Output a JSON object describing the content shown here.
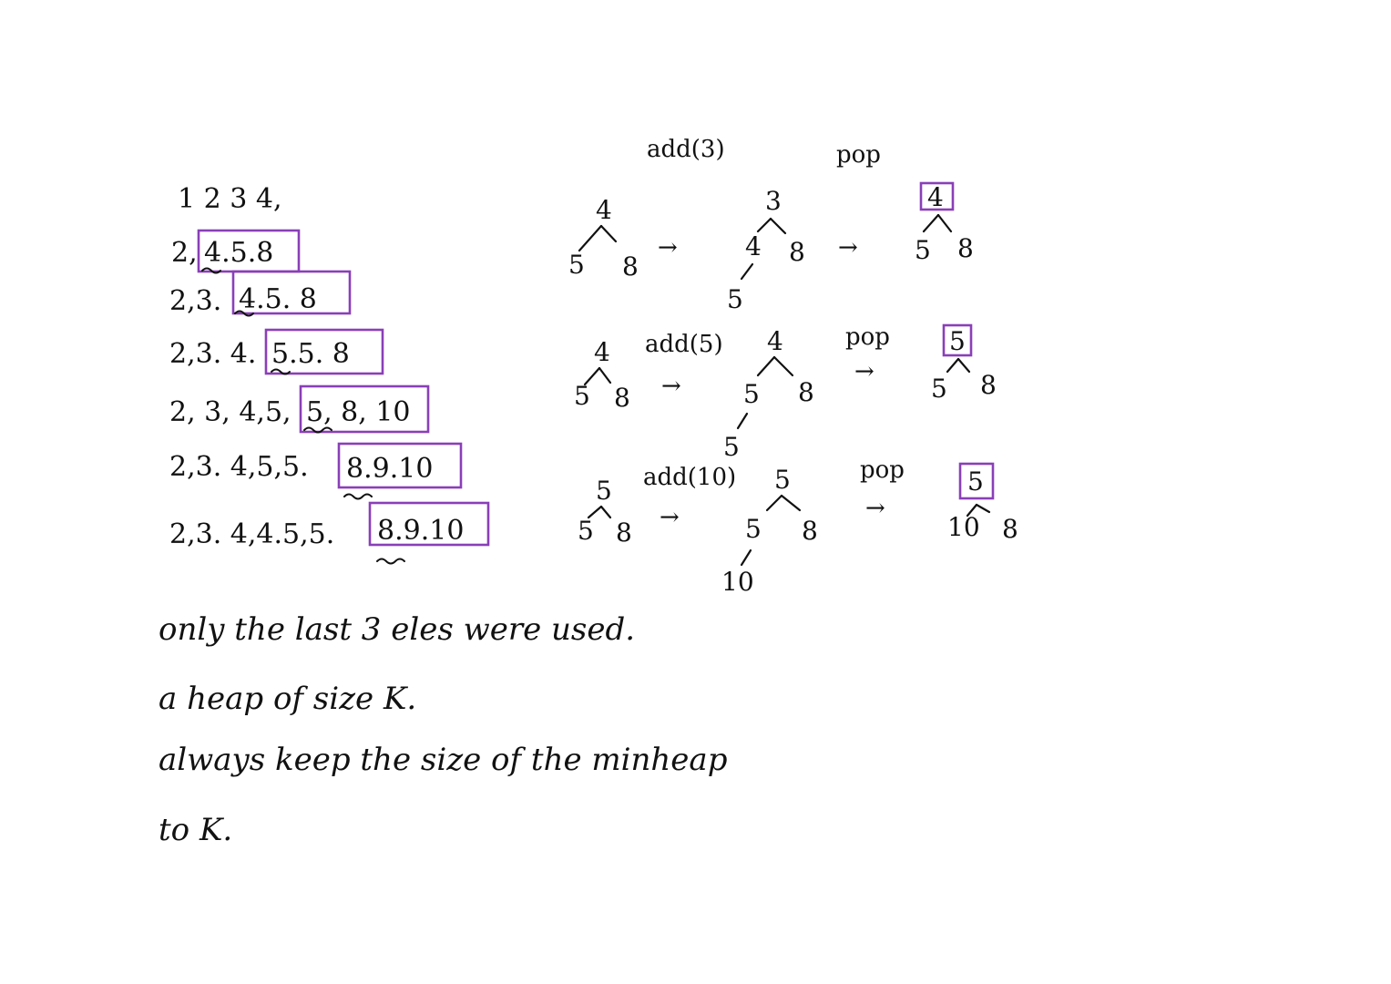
{
  "colors": {
    "ink": "#111111",
    "highlight": "#8a3fb8"
  },
  "sequences": [
    {
      "prefix": "1 2 3 4,",
      "window": ""
    },
    {
      "prefix": "2,",
      "window": "4.5.8"
    },
    {
      "prefix": "2,3.",
      "window": "4.5. 8"
    },
    {
      "prefix": "2,3. 4.",
      "window": "5.5. 8"
    },
    {
      "prefix": "2, 3, 4,5,",
      "window": "5, 8, 10"
    },
    {
      "prefix": "2,3. 4,5,5.",
      "window": "8.9.10"
    },
    {
      "prefix": "2,3. 4,4.5,5.",
      "window": "8.9.10"
    }
  ],
  "heaps": [
    {
      "op": "add(3)",
      "pop": "pop",
      "before": {
        "root": "4",
        "left": "5",
        "right": "8"
      },
      "after": {
        "root": "3",
        "left": "4",
        "right": "8",
        "leftleft": "5"
      },
      "result": {
        "root": "4",
        "left": "5",
        "right": "8"
      }
    },
    {
      "op": "add(5)",
      "pop": "pop",
      "before": {
        "root": "4",
        "left": "5",
        "right": "8"
      },
      "after": {
        "root": "4",
        "left": "5",
        "right": "8",
        "leftleft": "5"
      },
      "result": {
        "root": "5",
        "left": "5",
        "right": "8"
      }
    },
    {
      "op": "add(10)",
      "pop": "pop",
      "before": {
        "root": "5",
        "left": "5",
        "right": "8"
      },
      "after": {
        "root": "5",
        "left": "5",
        "right": "8",
        "leftleft": "10"
      },
      "result": {
        "root": "5",
        "left": "10",
        "right": "8"
      }
    }
  ],
  "arrow": "→",
  "notes": [
    "only the last 3 eles were used.",
    "a heap of size K.",
    "always keep the size of the minheap",
    "to K."
  ]
}
